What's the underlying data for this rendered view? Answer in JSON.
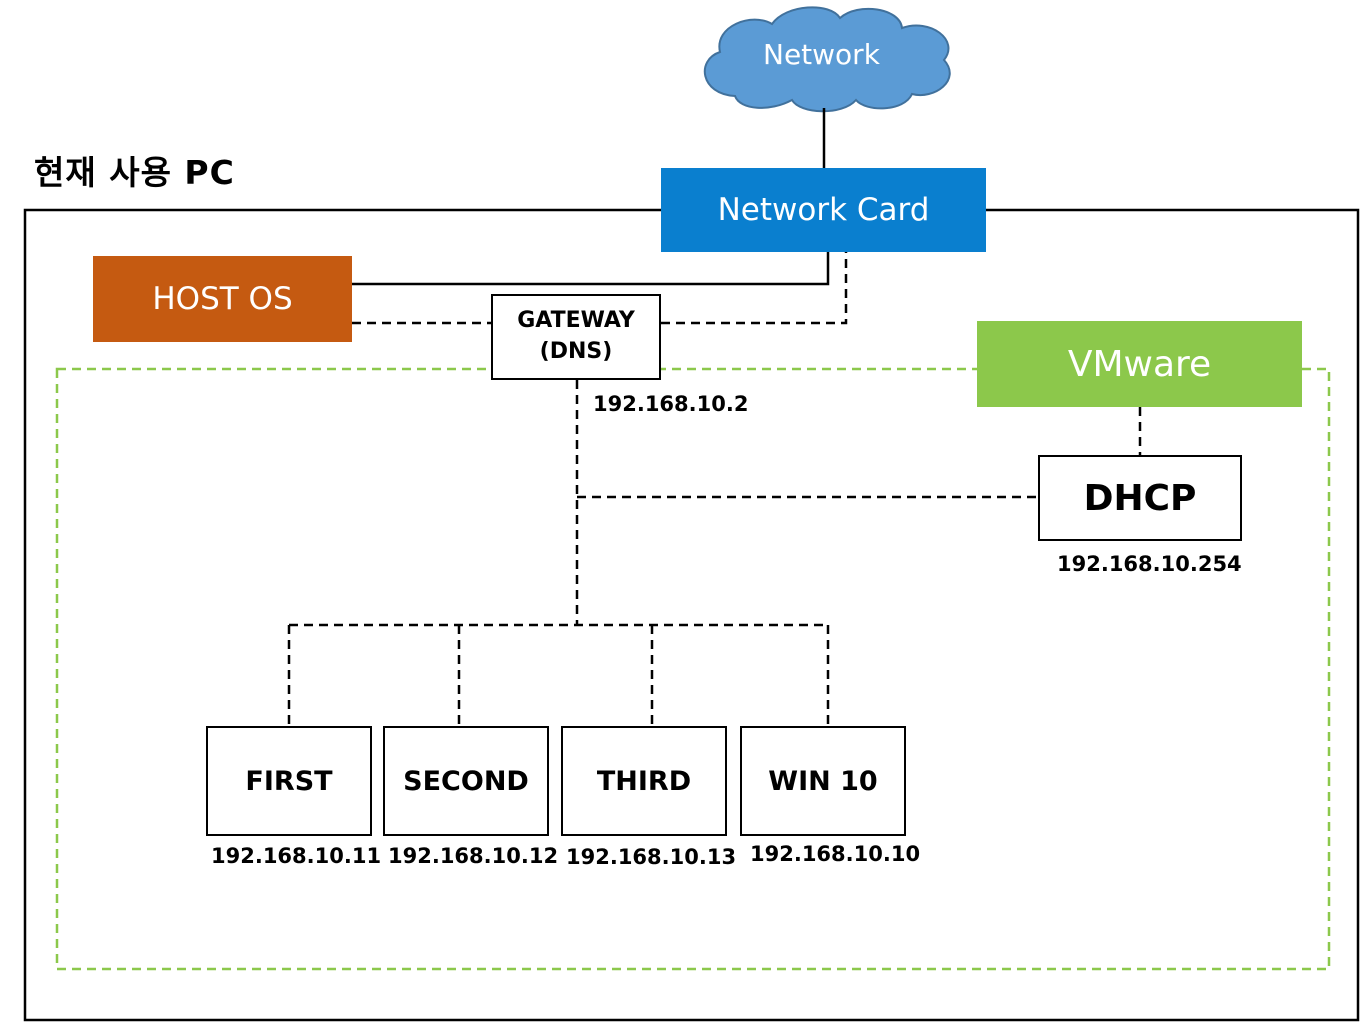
{
  "title": "현재 사용 PC",
  "cloud": {
    "label": "Network"
  },
  "network_card": {
    "label": "Network Card"
  },
  "host_os": {
    "label": "HOST OS"
  },
  "vmware": {
    "label": "VMware"
  },
  "gateway": {
    "line1": "GATEWAY",
    "line2": "(DNS)",
    "ip": "192.168.10.2"
  },
  "dhcp": {
    "label": "DHCP",
    "ip": "192.168.10.254"
  },
  "nodes": [
    {
      "label": "FIRST",
      "ip": "192.168.10.11"
    },
    {
      "label": "SECOND",
      "ip": "192.168.10.12"
    },
    {
      "label": "THIRD",
      "ip": "192.168.10.13"
    },
    {
      "label": "WIN 10",
      "ip": "192.168.10.10"
    }
  ],
  "colors": {
    "network_card": "#0a7fcf",
    "host_os": "#c55a11",
    "vmware": "#8cc84b",
    "cloud": "#5b9bd5",
    "vmware_border": "#8cc84b"
  }
}
